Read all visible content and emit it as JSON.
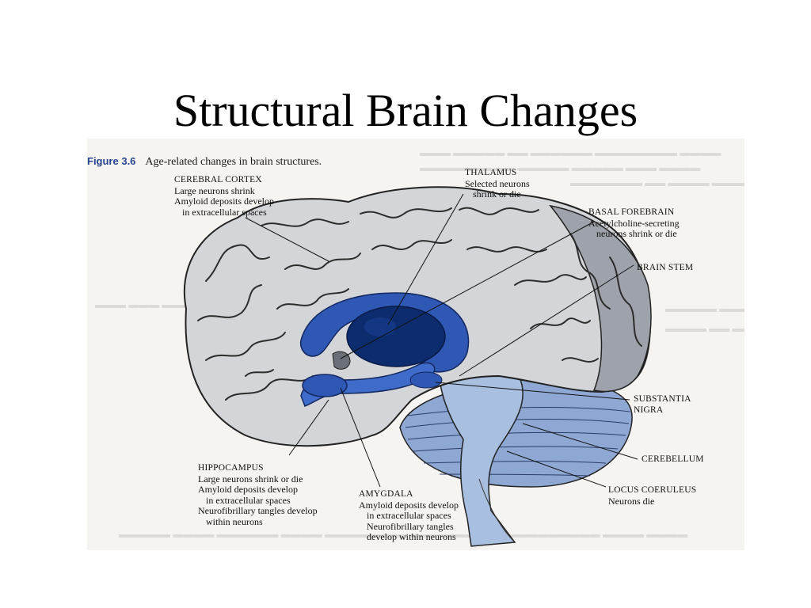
{
  "slide": {
    "title": "Structural Brain Changes"
  },
  "figure": {
    "number": "Figure 3.6",
    "caption": "Age-related changes in brain structures."
  },
  "labels": {
    "cerebral_cortex": {
      "title": "CEREBRAL CORTEX",
      "lines": [
        "Large neurons shrink",
        "Amyloid deposits develop",
        "in extracellular spaces"
      ]
    },
    "thalamus": {
      "title": "THALAMUS",
      "lines": [
        "Selected neurons",
        "shrink or die"
      ]
    },
    "basal_forebrain": {
      "title": "BASAL FOREBRAIN",
      "lines": [
        "Acetylcholine-secreting",
        "neurons shrink or die"
      ]
    },
    "brain_stem": {
      "title": "BRAIN STEM"
    },
    "substantia_nigra": {
      "title": "SUBSTANTIA",
      "title2": "NIGRA"
    },
    "cerebellum": {
      "title": "CEREBELLUM"
    },
    "locus_coeruleus": {
      "title": "LOCUS COERULEUS",
      "lines": [
        "Neurons die"
      ]
    },
    "hippocampus": {
      "title": "HIPPOCAMPUS",
      "lines": [
        "Large neurons shrink or die",
        "Amyloid deposits develop",
        "in extracellular spaces",
        "Neurofibrillary tangles develop",
        "within neurons"
      ]
    },
    "amygdala": {
      "title": "AMYGDALA",
      "lines": [
        "Amyloid deposits develop",
        "in extracellular spaces",
        "Neurofibrillary tangles",
        "develop within neurons"
      ]
    }
  },
  "colors": {
    "brain_gray": "#d3d5d9",
    "gyri_lines": "#2c2c2c",
    "thalamus_dark": "#0d2c6e",
    "limbic_blue": "#2f58b4",
    "mid_blue": "#3f6ccb",
    "brainstem_light": "#a9bfe0",
    "cerebellum_blue": "#8ea8d3",
    "figure_number": "#27448f"
  }
}
